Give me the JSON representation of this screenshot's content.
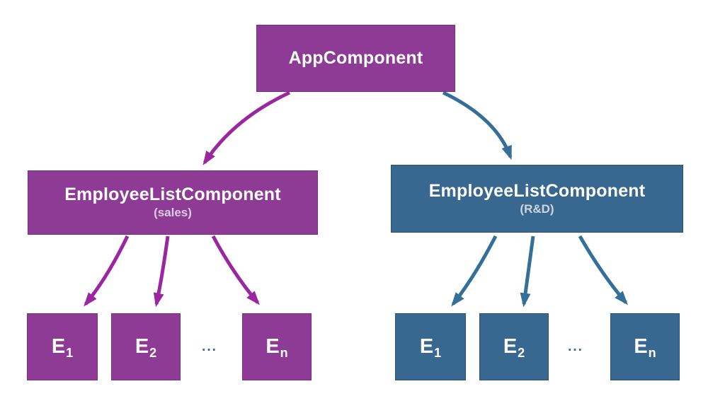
{
  "colors": {
    "background": "#ffffff",
    "purple_box": "#8e3b96",
    "purple_border": "#7a2e84",
    "purple_arrow": "#9a27a0",
    "blue_box": "#38678f",
    "blue_border": "#2a5273",
    "blue_arrow": "#336f99",
    "label_text": "#ffffff",
    "subtitle_purple": "#d9cde0",
    "subtitle_blue": "#ccd6de",
    "ellipsis": "#44618a"
  },
  "root": {
    "label": "AppComponent"
  },
  "groups": [
    {
      "name": "sales",
      "label": "EmployeeListComponent",
      "sublabel": "(sales)",
      "ellipsis": "...",
      "children": [
        {
          "label": "E",
          "sub": "1"
        },
        {
          "label": "E",
          "sub": "2"
        },
        {
          "label": "E",
          "sub": "n"
        }
      ]
    },
    {
      "name": "rnd",
      "label": "EmployeeListComponent",
      "sublabel": "(R&D)",
      "ellipsis": "...",
      "children": [
        {
          "label": "E",
          "sub": "1"
        },
        {
          "label": "E",
          "sub": "2"
        },
        {
          "label": "E",
          "sub": "n"
        }
      ]
    }
  ]
}
